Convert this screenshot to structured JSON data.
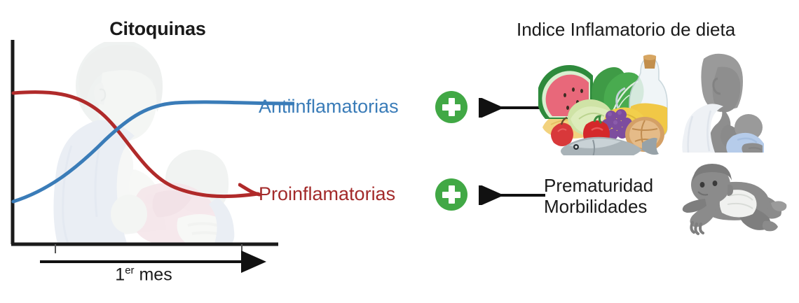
{
  "chart": {
    "title": "Citoquinas",
    "x_axis_caption_main": "1",
    "x_axis_caption_sup": "er",
    "x_axis_caption_tail": " mes"
  },
  "series_labels": {
    "antiinflammatory": "Antiinflamatorias",
    "proinflammatory": "Proinflamatorias"
  },
  "right_panel": {
    "diet_title": "Indice Inflamatorio de dieta",
    "outcome_line1": "Prematuridad",
    "outcome_line2": "Morbilidades"
  },
  "badges": {
    "plus_symbol": "+"
  },
  "colors": {
    "antiinflammatory_line": "#3a7cb8",
    "proinflammatory_line": "#b02a2a",
    "badge_green": "#41a845",
    "axis_black": "#1a1a1a",
    "arrow_black": "#111111"
  },
  "chart_data": {
    "type": "line",
    "title": "Citoquinas",
    "xlabel": "1er mes",
    "ylabel": "",
    "grid": false,
    "legend_position": "right-inline",
    "xlim": [
      0,
      100
    ],
    "ylim": [
      0,
      100
    ],
    "x_ticks": [
      21,
      112
    ],
    "x_tick_labels": [
      "",
      ""
    ],
    "annotations": [
      {
        "text": "Indice Inflamatorio de dieta",
        "target": "Antiinflamatorias",
        "effect": "+"
      },
      {
        "text": "Prematuridad / Morbilidades",
        "target": "Proinflamatorias",
        "effect": "+"
      }
    ],
    "series": [
      {
        "name": "Proinflamatorias",
        "color": "#b02a2a",
        "x": [
          0,
          10,
          20,
          30,
          40,
          50,
          60,
          70,
          80,
          90,
          100
        ],
        "values": [
          74,
          74,
          73,
          70,
          63,
          54,
          44,
          35,
          29,
          26,
          24
        ]
      },
      {
        "name": "Antiinflamatorias",
        "color": "#3a7cb8",
        "x": [
          0,
          10,
          20,
          30,
          40,
          50,
          60,
          70,
          80,
          90,
          100
        ],
        "values": [
          21,
          27,
          34,
          42,
          51,
          60,
          66,
          70,
          71,
          72,
          72
        ]
      }
    ]
  }
}
